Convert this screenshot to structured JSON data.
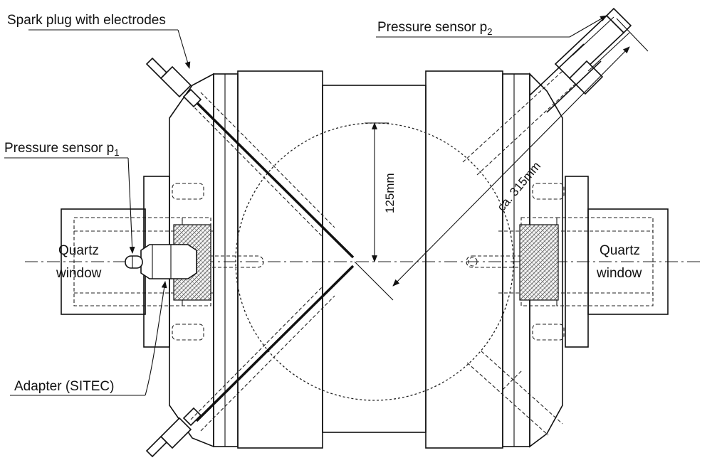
{
  "labels": {
    "spark_plug": "Spark plug with electrodes",
    "pressure_p2": "Pressure sensor p",
    "pressure_p2_sub": "2",
    "pressure_p1": "Pressure sensor p",
    "pressure_p1_sub": "1",
    "quartz_left_line1": "Quartz",
    "quartz_left_line2": "window",
    "quartz_right_line1": "Quartz",
    "quartz_right_line2": "window",
    "adapter": "Adapter (SITEC)"
  },
  "dimensions": {
    "diameter": "125mm",
    "length": "ca. 315mm"
  },
  "icons": {
    "arrowhead": "arrow-icon",
    "hatch": "quartz-hatch"
  }
}
